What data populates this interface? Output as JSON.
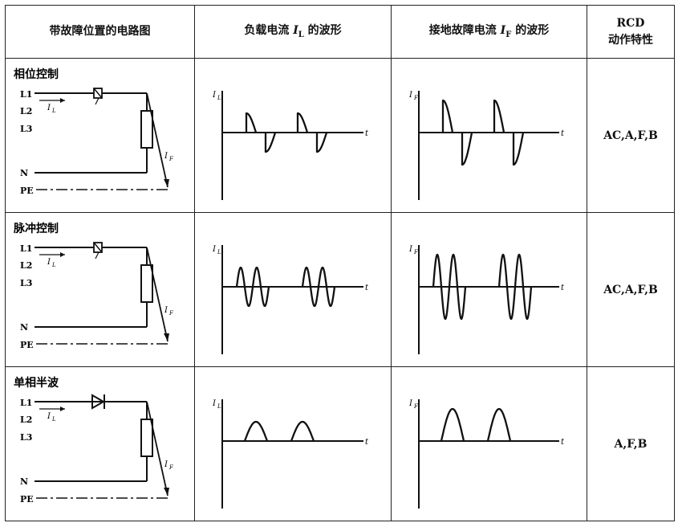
{
  "headers": {
    "col1": "带故障位置的电路图",
    "col2_prefix": "负载电流 ",
    "col2_var": "I",
    "col2_sub": "L",
    "col2_suffix": " 的波形",
    "col3_prefix": "接地故障电流 ",
    "col3_var": "I",
    "col3_sub": "F",
    "col3_suffix": " 的波形",
    "col4_line1": "RCD",
    "col4_line2": "动作特性"
  },
  "circuit_labels": {
    "l1": "L1",
    "l2": "L2",
    "l3": "L3",
    "n": "N",
    "pe": "PE",
    "il_var": "I",
    "il_sub": "L",
    "if_var": "I",
    "if_sub": "F",
    "t": "t"
  },
  "rows": [
    {
      "title": "相位控制",
      "characteristics": "AC,A,F,B",
      "wave": "phase"
    },
    {
      "title": "脉冲控制",
      "characteristics": "AC,A,F,B",
      "wave": "burst"
    },
    {
      "title": "单相半波",
      "characteristics": "A,F,B",
      "wave": "half"
    }
  ]
}
